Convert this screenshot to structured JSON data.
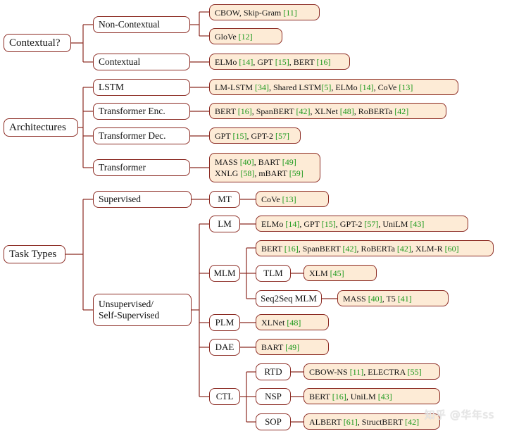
{
  "colors": {
    "stroke": "#8b2a22",
    "leaf_fill": "#fdebd6",
    "ref": "#1c9a1c"
  },
  "watermark": "知乎 @华年ss",
  "nodes": {
    "contextual": "Contextual?",
    "non_contextual": "Non-Contextual",
    "contextual_branch": "Contextual",
    "cbow_skipgram": [
      [
        "CBOW, Skip-Gram ",
        ""
      ],
      [
        "11",
        "ref"
      ]
    ],
    "glove": [
      [
        "GloVe ",
        ""
      ],
      [
        "12",
        "ref"
      ]
    ],
    "ctx_models": [
      [
        "ELMo ",
        ""
      ],
      [
        "14",
        "ref"
      ],
      [
        ", GPT ",
        ""
      ],
      [
        "15",
        "ref"
      ],
      [
        ", BERT ",
        ""
      ],
      [
        "16",
        "ref"
      ]
    ],
    "architectures": "Architectures",
    "lstm": "LSTM",
    "transformer_enc": "Transformer Enc.",
    "transformer_dec": "Transformer Dec.",
    "transformer": "Transformer",
    "lstm_models": [
      [
        "LM-LSTM ",
        ""
      ],
      [
        "34",
        "ref"
      ],
      [
        ", Shared LSTM",
        ""
      ],
      [
        "5",
        "ref"
      ],
      [
        ", ELMo ",
        ""
      ],
      [
        "14",
        "ref"
      ],
      [
        ", CoVe ",
        ""
      ],
      [
        "13",
        "ref"
      ]
    ],
    "enc_models": [
      [
        "BERT ",
        ""
      ],
      [
        "16",
        "ref"
      ],
      [
        ", SpanBERT ",
        ""
      ],
      [
        "42",
        "ref"
      ],
      [
        ", XLNet ",
        ""
      ],
      [
        "48",
        "ref"
      ],
      [
        ", RoBERTa ",
        ""
      ],
      [
        "42",
        "ref"
      ]
    ],
    "dec_models": [
      [
        "GPT ",
        ""
      ],
      [
        "15",
        "ref"
      ],
      [
        ", GPT-2 ",
        ""
      ],
      [
        "57",
        "ref"
      ]
    ],
    "tf_models_1": [
      [
        "MASS ",
        ""
      ],
      [
        "40",
        "ref"
      ],
      [
        ", BART ",
        ""
      ],
      [
        "49",
        "ref"
      ]
    ],
    "tf_models_2": [
      [
        "XNLG ",
        ""
      ],
      [
        "58",
        "ref"
      ],
      [
        ", mBART ",
        ""
      ],
      [
        "59",
        "ref"
      ]
    ],
    "task_types": "Task Types",
    "supervised": "Supervised",
    "unsup_1": "Unsupervised/",
    "unsup_2": "Self-Supervised",
    "mt": "MT",
    "mt_models": [
      [
        "CoVe ",
        ""
      ],
      [
        "13",
        "ref"
      ]
    ],
    "lm": "LM",
    "lm_models": [
      [
        "ELMo ",
        ""
      ],
      [
        "14",
        "ref"
      ],
      [
        ", GPT ",
        ""
      ],
      [
        "15",
        "ref"
      ],
      [
        ", GPT-2 ",
        ""
      ],
      [
        "57",
        "ref"
      ],
      [
        ", UniLM ",
        ""
      ],
      [
        "43",
        "ref"
      ]
    ],
    "mlm": "MLM",
    "mlm_models": [
      [
        "BERT ",
        ""
      ],
      [
        "16",
        "ref"
      ],
      [
        ", SpanBERT ",
        ""
      ],
      [
        "42",
        "ref"
      ],
      [
        ", RoBERTa ",
        ""
      ],
      [
        "42",
        "ref"
      ],
      [
        ", XLM-R ",
        ""
      ],
      [
        "60",
        "ref"
      ]
    ],
    "tlm": "TLM",
    "tlm_models": [
      [
        "XLM ",
        ""
      ],
      [
        "45",
        "ref"
      ]
    ],
    "seq2seq_mlm": "Seq2Seq MLM",
    "seq2seq_models": [
      [
        "MASS ",
        ""
      ],
      [
        "40",
        "ref"
      ],
      [
        ", T5 ",
        ""
      ],
      [
        "41",
        "ref"
      ]
    ],
    "plm": "PLM",
    "plm_models": [
      [
        "XLNet ",
        ""
      ],
      [
        "48",
        "ref"
      ]
    ],
    "dae": "DAE",
    "dae_models": [
      [
        "BART ",
        ""
      ],
      [
        "49",
        "ref"
      ]
    ],
    "ctl": "CTL",
    "rtd": "RTD",
    "rtd_models": [
      [
        "CBOW-NS ",
        ""
      ],
      [
        "11",
        "ref"
      ],
      [
        ", ELECTRA ",
        ""
      ],
      [
        "55",
        "ref"
      ]
    ],
    "nsp": "NSP",
    "nsp_models": [
      [
        "BERT ",
        ""
      ],
      [
        "16",
        "ref"
      ],
      [
        ", UniLM ",
        ""
      ],
      [
        "43",
        "ref"
      ]
    ],
    "sop": "SOP",
    "sop_models": [
      [
        "ALBERT ",
        ""
      ],
      [
        "61",
        "ref"
      ],
      [
        ", StructBERT ",
        ""
      ],
      [
        "42",
        "ref"
      ]
    ]
  }
}
